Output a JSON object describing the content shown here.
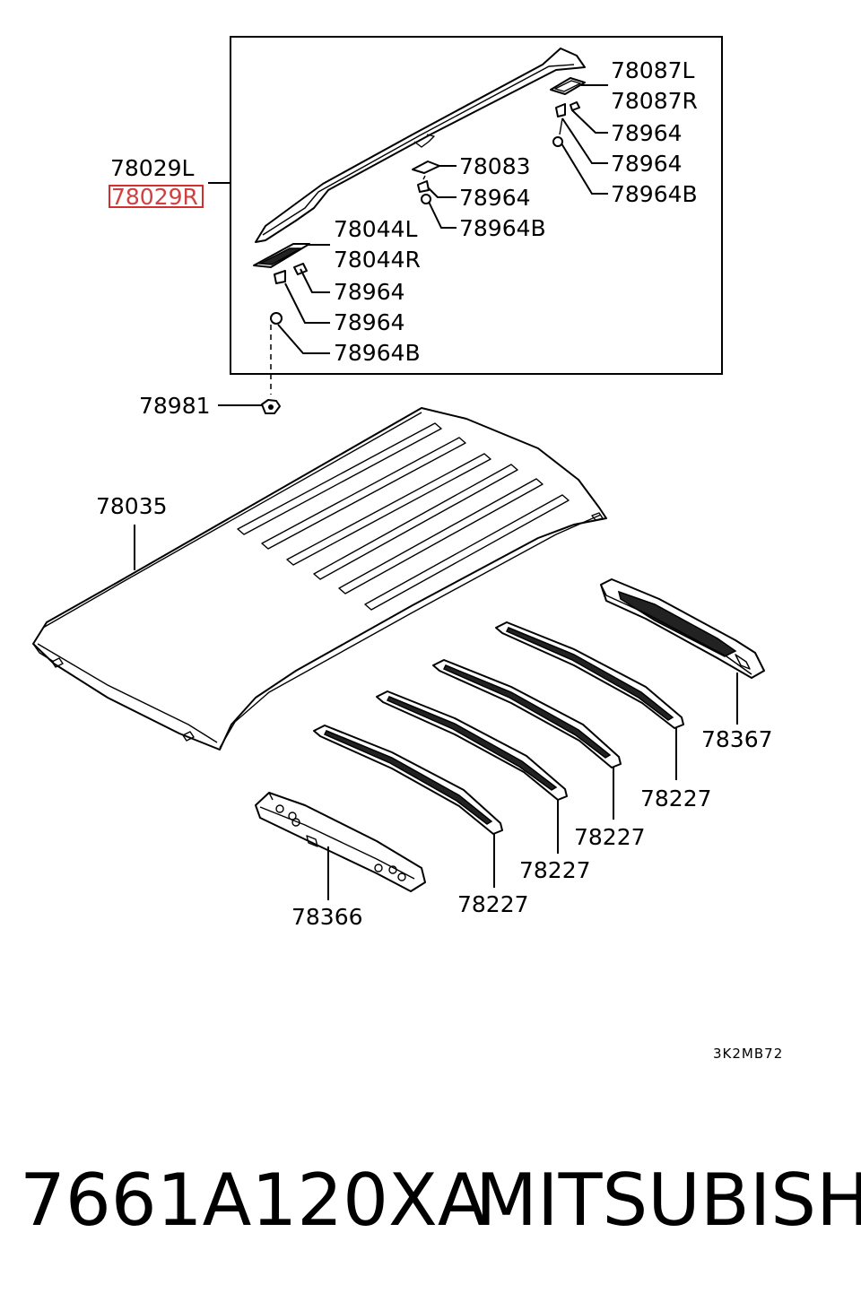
{
  "callouts": {
    "rail_left": "78029L",
    "rail_right": "78029R",
    "end_cap_left": "78087L",
    "end_cap_right": "78087R",
    "end_clip_a": "78964",
    "end_clip_b": "78964",
    "end_clip_c": "78964B",
    "mid_pad": "78083",
    "mid_clip_a": "78964",
    "mid_clip_b": "78964B",
    "front_cap_left": "78044L",
    "front_cap_right": "78044R",
    "front_clip_a": "78964",
    "front_clip_b": "78964",
    "front_clip_c": "78964B",
    "nut": "78981",
    "roof_panel": "78035",
    "rear_header": "78367",
    "bow_1": "78227",
    "bow_2": "78227",
    "bow_3": "78227",
    "bow_4": "78227",
    "front_header": "78366"
  },
  "highlight_color": "#d32f2f",
  "diagram_code": "3K2MB72",
  "footer": {
    "part_number": "7661A120XA",
    "brand": "MITSUBISHI"
  }
}
